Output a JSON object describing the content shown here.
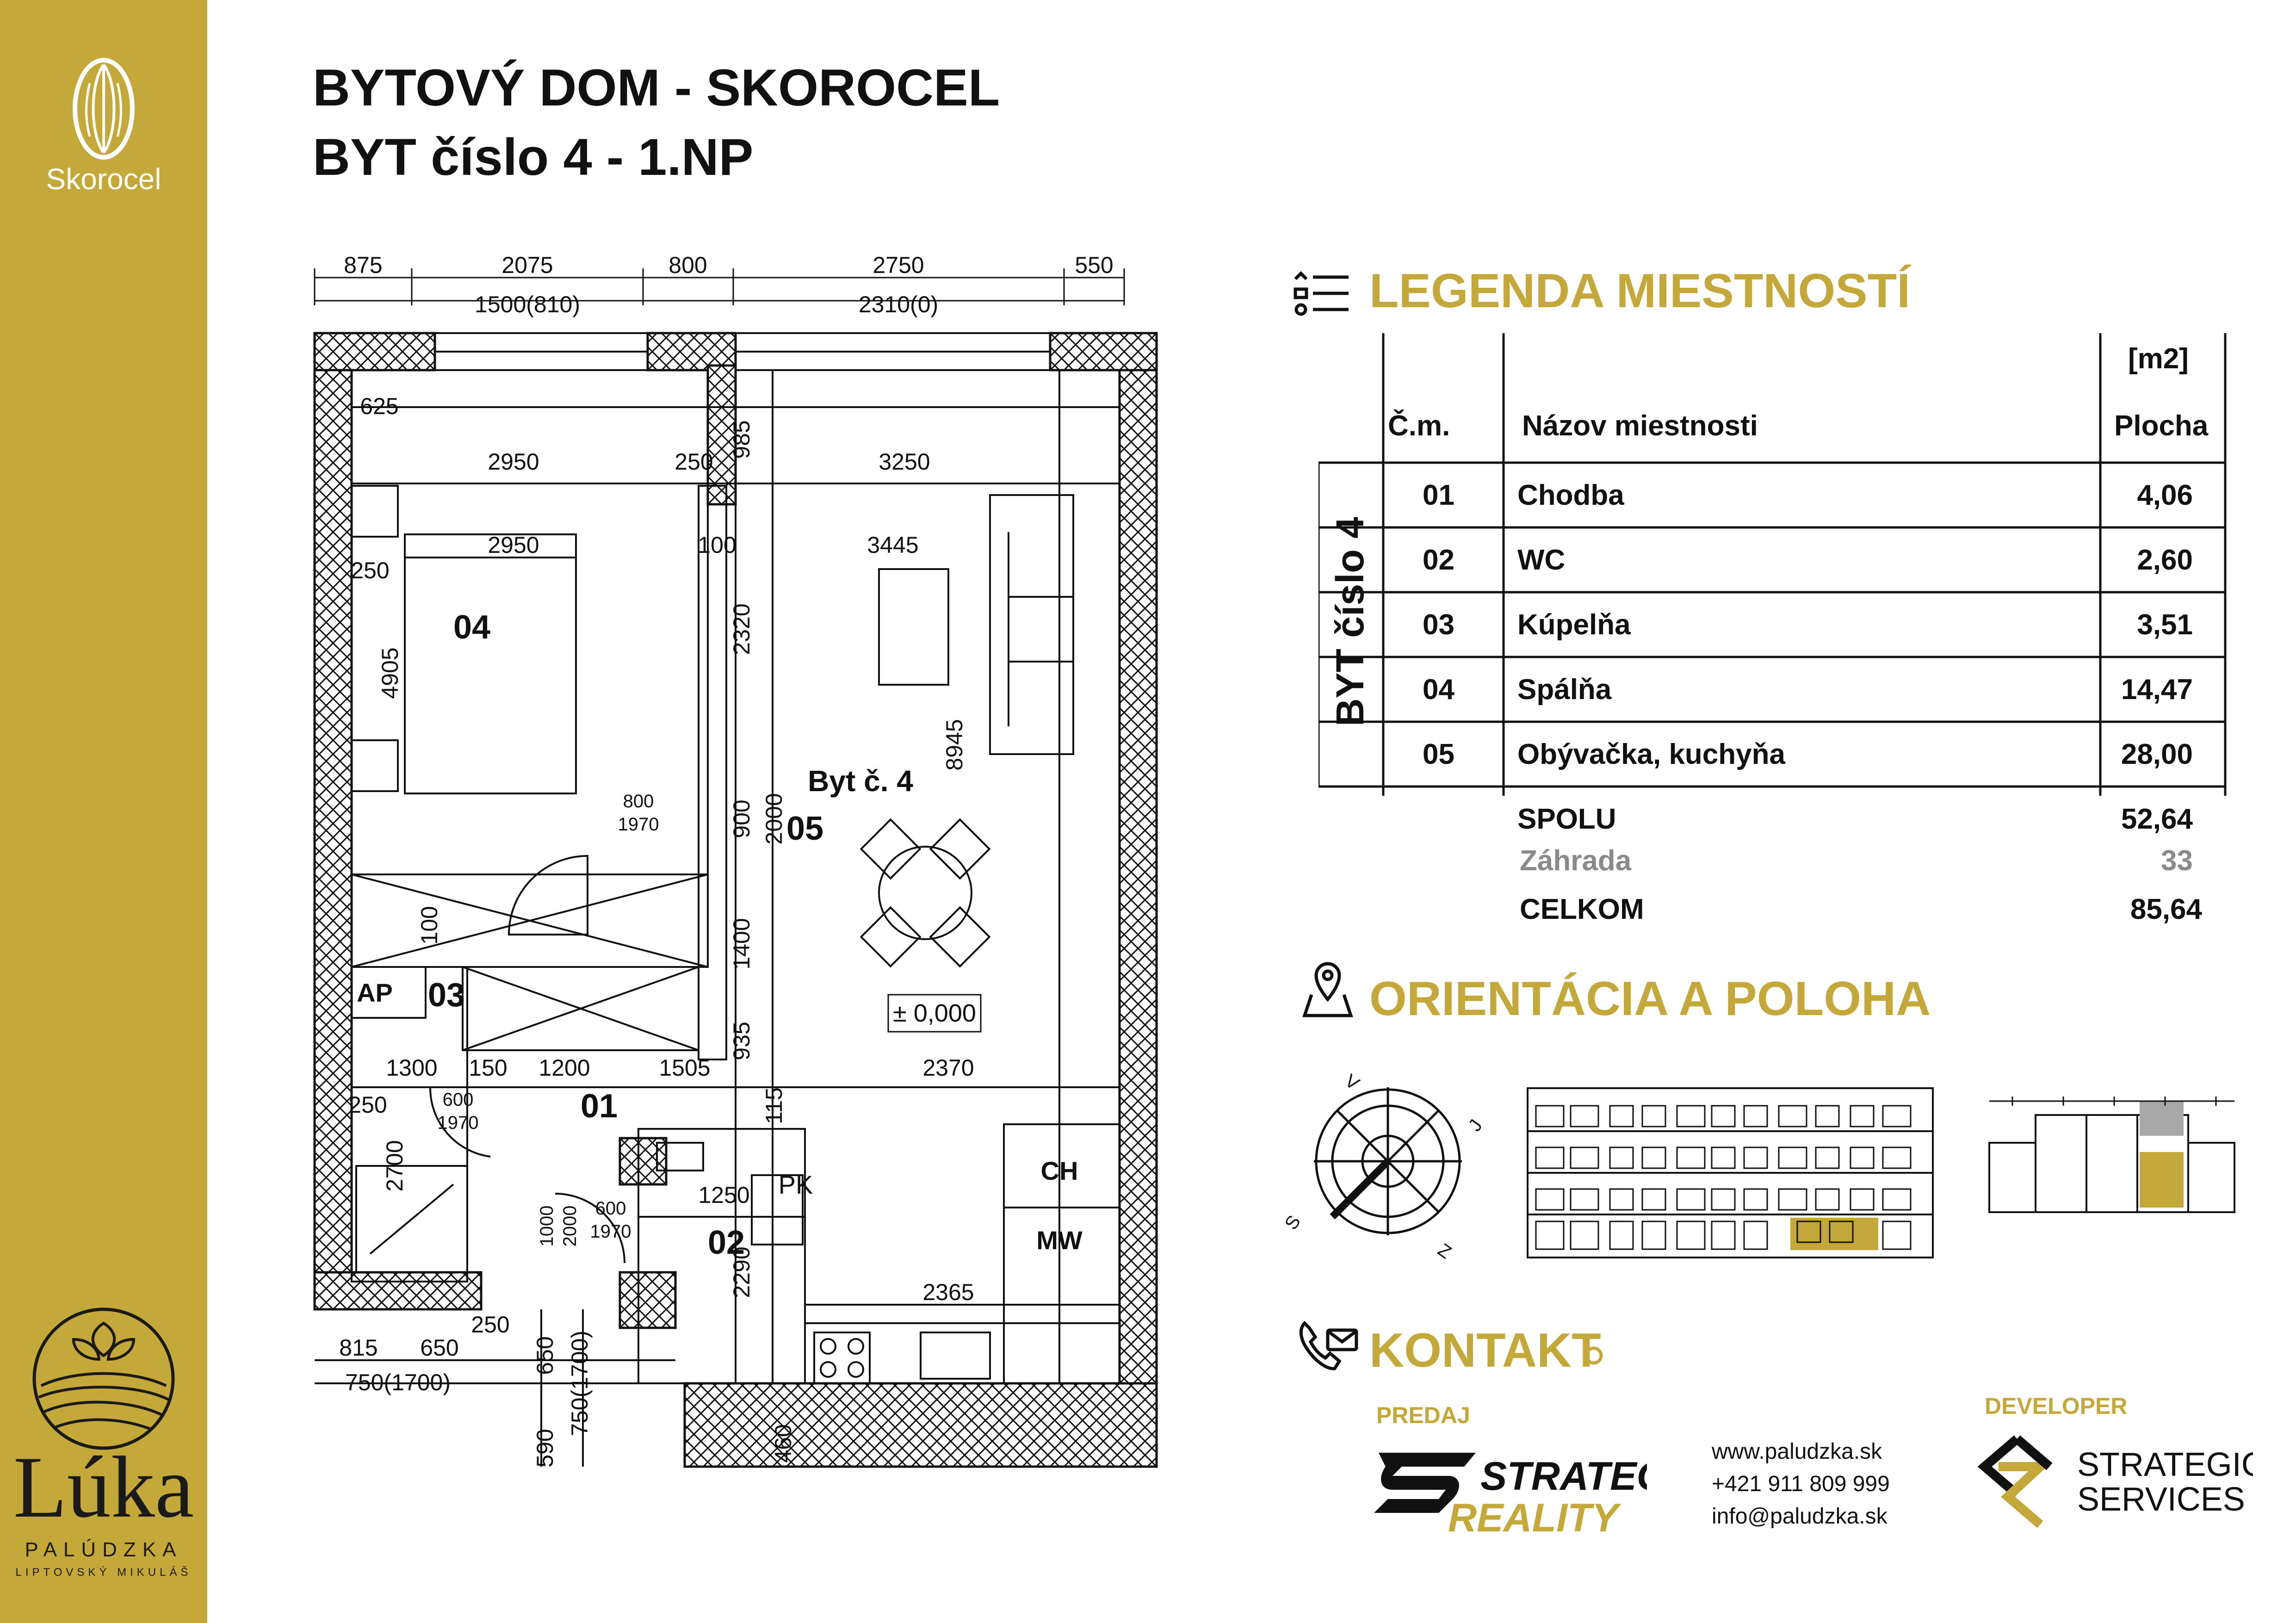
{
  "sidebar": {
    "brand_top": "Skorocel",
    "brand_bottom": "Lúka",
    "brand_sub": "PALÚDZKA",
    "brand_location": "LIPTOVSKÝ MIKULÁŠ",
    "color": "#c5a83a"
  },
  "header": {
    "title_line1": "BYTOVÝ DOM - SKOROCEL",
    "title_line2": "BYT číslo 4 - 1.NP"
  },
  "plan": {
    "top_dims": [
      "875",
      "2075",
      "800",
      "2750",
      "550"
    ],
    "top_sub_dims": [
      "1500(810)",
      "2310(0)"
    ],
    "inner_dims": {
      "d625": "625",
      "d2950a": "2950",
      "d250a": "250",
      "d985": "985",
      "d3250": "3250",
      "d2950b": "2950",
      "d100a": "100",
      "d3445": "3445",
      "d250b": "250",
      "d2320": "2320",
      "d4905": "4905",
      "d8945": "8945",
      "d800": "800",
      "d1970a": "1970",
      "d900": "900",
      "d2000": "2000",
      "d100b": "100",
      "d1400": "1400",
      "d935": "935",
      "d1300": "1300",
      "d150": "150",
      "d1200": "1200",
      "d1505": "1505",
      "d2370": "2370",
      "d250c": "250",
      "d600a": "600",
      "d1970b": "1970",
      "d115": "115",
      "d2700": "2700",
      "d1250": "1250",
      "d600b": "600",
      "d1970c": "1970",
      "d1000": "1000",
      "d2000b": "2000",
      "d2290": "2290",
      "d2365": "2365",
      "d250d": "250",
      "d650v": "650",
      "d750v": "750(1700)",
      "d590": "590",
      "d460": "460"
    },
    "bottom_dims": [
      "815",
      "650"
    ],
    "bottom_sub_dim": "750(1700)",
    "rooms": {
      "r04": "04",
      "r05": "05",
      "r03": "03",
      "r01": "01",
      "r02": "02",
      "apt_label": "Byt č. 4",
      "ap": "AP",
      "pk": "PK",
      "ch": "CH",
      "mw": "MW",
      "level": "± 0,000"
    }
  },
  "legend": {
    "heading": "LEGENDA MIESTNOSTÍ",
    "col_unit": "[m2]",
    "col_no": "Č.m.",
    "col_name": "Názov miestnosti",
    "col_area": "Plocha",
    "side_label": "BYT číslo 4",
    "rows": [
      {
        "no": "01",
        "name": "Chodba",
        "area": "4,06"
      },
      {
        "no": "02",
        "name": "WC",
        "area": "2,60"
      },
      {
        "no": "03",
        "name": "Kúpelňa",
        "area": "3,51"
      },
      {
        "no": "04",
        "name": "Spálňa",
        "area": "14,47"
      },
      {
        "no": "05",
        "name": "Obývačka, kuchyňa",
        "area": "28,00"
      }
    ],
    "total_label": "SPOLU",
    "total_value": "52,64",
    "garden_label": "Záhrada",
    "garden_value": "33",
    "grand_label": "CELKOM",
    "grand_value": "85,64"
  },
  "orientation": {
    "heading": "ORIENTÁCIA A POLOHA",
    "compass": {
      "v": "V",
      "s": "S",
      "j": "J",
      "z": "Z"
    }
  },
  "contact": {
    "heading": "KONTAKT",
    "predaj": "PREDAJ",
    "developer": "DEVELOPER",
    "logo1_line1": "STRATEGIC",
    "logo1_line2": "REALITY",
    "logo2_line1": "STRATEGIC",
    "logo2_line2": "SERVICES",
    "web": "www.paludzka.sk",
    "phone": "+421 911 809 999",
    "email": "info@paludzka.sk"
  },
  "colors": {
    "accent": "#c5a83a",
    "highlight_grey": "#a8a8a8",
    "text": "#111111"
  }
}
